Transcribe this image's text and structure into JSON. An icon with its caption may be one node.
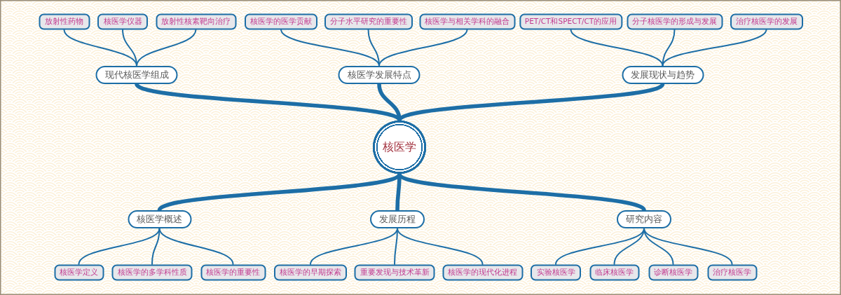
{
  "diagram": {
    "nodes": [
      {
        "text": [
          "核医学"
        ]
      },
      {
        "text": [
          "现代核医学组成"
        ]
      },
      {
        "text": [
          "核医学发展特点"
        ]
      },
      {
        "text": [
          "发展现状与趋势"
        ]
      },
      {
        "text": [
          "核医学概述"
        ]
      },
      {
        "text": [
          "发展历程"
        ]
      },
      {
        "text": [
          "研究内容"
        ]
      },
      {
        "text": [
          "放射性药物"
        ]
      },
      {
        "text": [
          "核医学仪器"
        ]
      },
      {
        "text": [
          "放射性核素靶向治疗"
        ]
      },
      {
        "text": [
          "核医学的医学贡献"
        ]
      },
      {
        "text": [
          "分子水平研究的重要性"
        ]
      },
      {
        "text": [
          "核医学与相关学科的融合"
        ]
      },
      {
        "text": [
          "PET/CT和SPECT/CT的应用"
        ]
      },
      {
        "text": [
          "分子核医学的形成与发展"
        ]
      },
      {
        "text": [
          "治疗核医学的发展"
        ]
      },
      {
        "text": [
          "核医学定义"
        ]
      },
      {
        "text": [
          "核医学的多学科性质"
        ]
      },
      {
        "text": [
          "核医学的重要性"
        ]
      },
      {
        "text": [
          "核医学的早期探索"
        ]
      },
      {
        "text": [
          "重要发现与技术革新"
        ]
      },
      {
        "text": [
          "核医学的现代化进程"
        ]
      },
      {
        "text": [
          "实验核医学"
        ]
      },
      {
        "text": [
          "临床核医学"
        ]
      },
      {
        "text": [
          "诊断核医学"
        ]
      },
      {
        "text": [
          "治疗核医学"
        ]
      }
    ],
    "edges": [
      {
        "from": 0,
        "to": 1,
        "arrow": "none",
        "style": "thick"
      },
      {
        "from": 0,
        "to": 2,
        "arrow": "none",
        "style": "thick"
      },
      {
        "from": 0,
        "to": 3,
        "arrow": "none",
        "style": "thick"
      },
      {
        "from": 0,
        "to": 4,
        "arrow": "none",
        "style": "thick"
      },
      {
        "from": 0,
        "to": 5,
        "arrow": "none",
        "style": "thick"
      },
      {
        "from": 0,
        "to": 6,
        "arrow": "none",
        "style": "thick"
      },
      {
        "from": 1,
        "to": 7,
        "arrow": "none"
      },
      {
        "from": 1,
        "to": 8,
        "arrow": "none"
      },
      {
        "from": 1,
        "to": 9,
        "arrow": "none"
      },
      {
        "from": 2,
        "to": 10,
        "arrow": "none"
      },
      {
        "from": 2,
        "to": 11,
        "arrow": "none"
      },
      {
        "from": 2,
        "to": 12,
        "arrow": "none"
      },
      {
        "from": 3,
        "to": 13,
        "arrow": "none"
      },
      {
        "from": 3,
        "to": 14,
        "arrow": "none"
      },
      {
        "from": 3,
        "to": 15,
        "arrow": "none"
      },
      {
        "from": 4,
        "to": 16,
        "arrow": "none"
      },
      {
        "from": 4,
        "to": 17,
        "arrow": "none"
      },
      {
        "from": 4,
        "to": 18,
        "arrow": "none"
      },
      {
        "from": 5,
        "to": 19,
        "arrow": "none"
      },
      {
        "from": 5,
        "to": 20,
        "arrow": "none"
      },
      {
        "from": 5,
        "to": 21,
        "arrow": "none"
      },
      {
        "from": 6,
        "to": 22,
        "arrow": "none"
      },
      {
        "from": 6,
        "to": 23,
        "arrow": "none"
      },
      {
        "from": 6,
        "to": 24,
        "arrow": "none"
      },
      {
        "from": 6,
        "to": 25,
        "arrow": "none"
      }
    ]
  }
}
